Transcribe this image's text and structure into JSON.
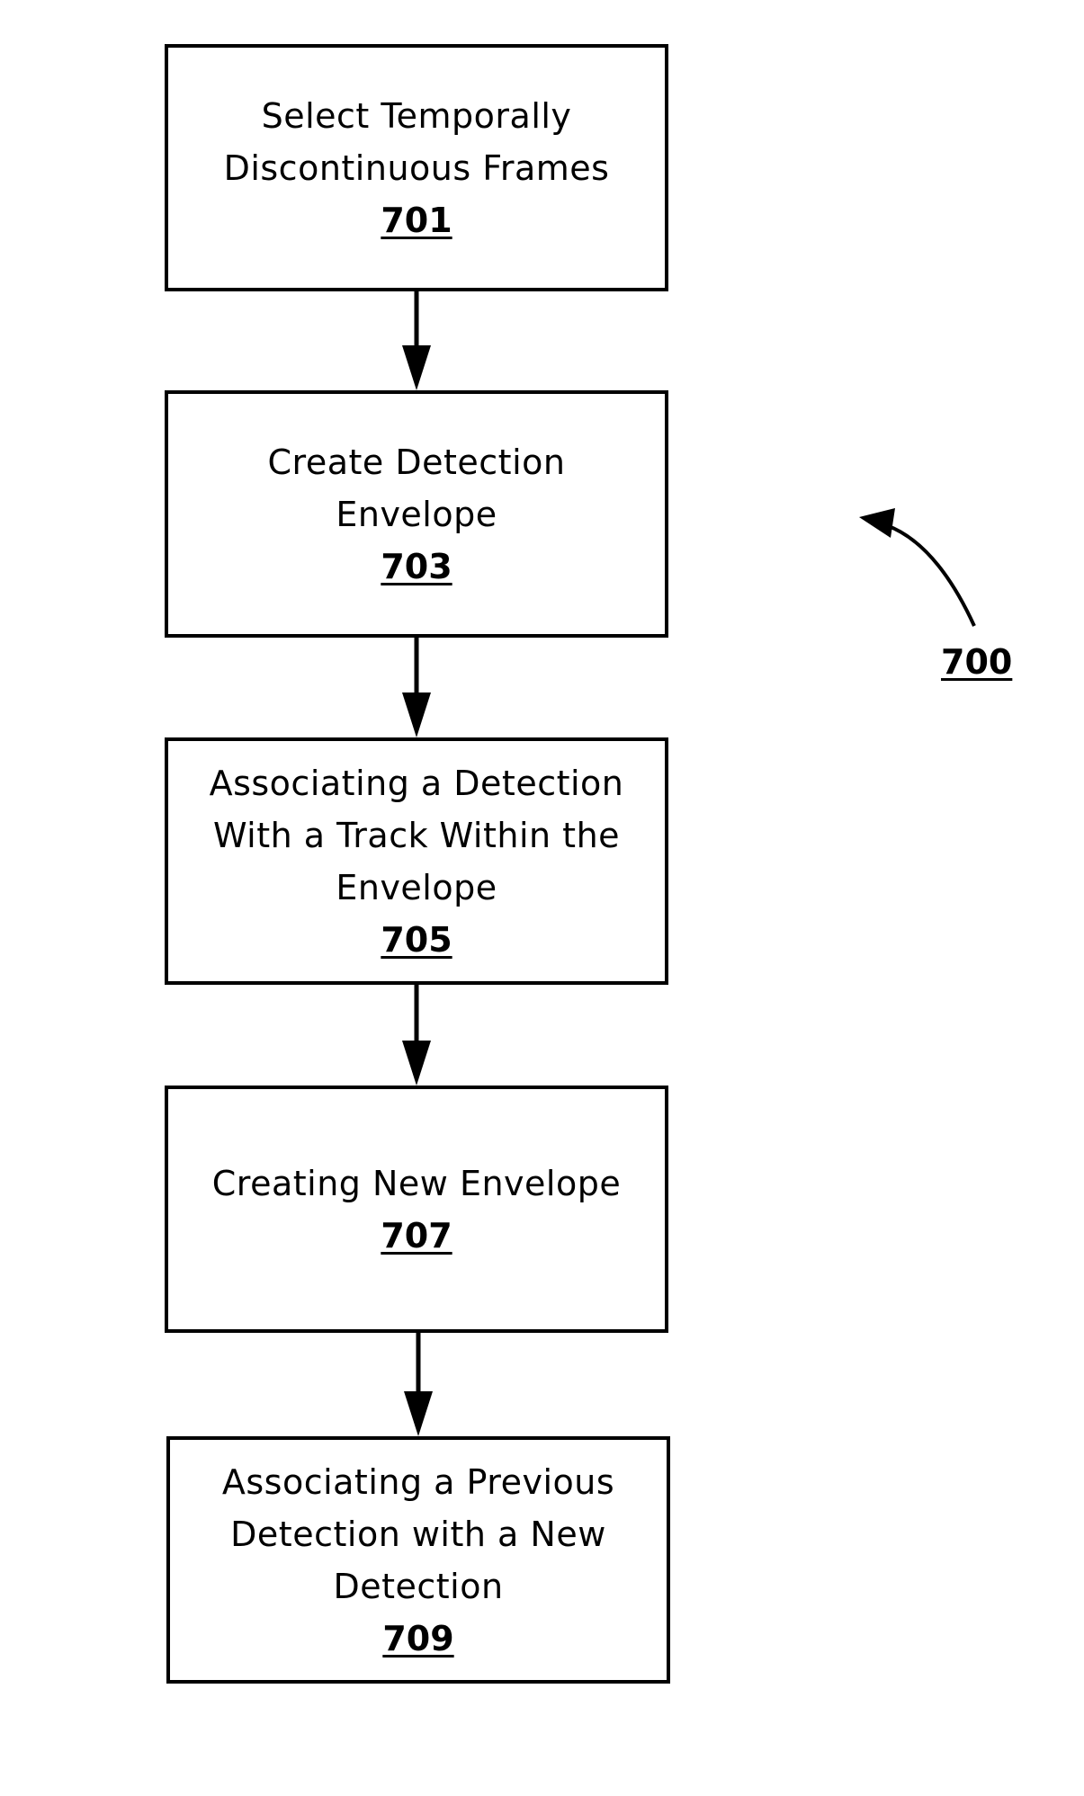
{
  "figure": {
    "number": "700"
  },
  "steps": [
    {
      "lines": [
        "Select Temporally",
        "Discontinuous Frames"
      ],
      "number": "701"
    },
    {
      "lines": [
        "Create Detection",
        "Envelope"
      ],
      "number": "703"
    },
    {
      "lines": [
        "Associating a Detection",
        "With a Track Within the",
        "Envelope"
      ],
      "number": "705"
    },
    {
      "lines": [
        "Creating New Envelope"
      ],
      "number": "707"
    },
    {
      "lines": [
        "Associating a Previous",
        "Detection with a New",
        "Detection"
      ],
      "number": "709"
    }
  ]
}
